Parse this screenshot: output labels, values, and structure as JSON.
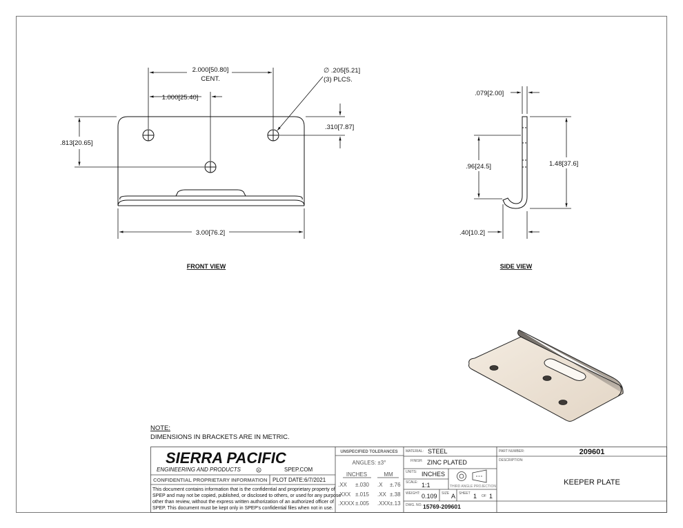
{
  "front_view": {
    "label": "FRONT VIEW",
    "dims": {
      "cent_spacing": "2.000",
      "cent_spacing_mm": "50.80",
      "cent_label": "CENT.",
      "half_spacing": "1.000",
      "half_spacing_mm": "25.40",
      "hole_dia": "∅ .205",
      "hole_dia_mm": "5.21",
      "hole_count": "(3) PLCS.",
      "height_total": ".813",
      "height_total_mm": "20.65",
      "hole_offset": ".310",
      "hole_offset_mm": "7.87",
      "width": "3.00",
      "width_mm": "76.2"
    }
  },
  "side_view": {
    "label": "SIDE VIEW",
    "dims": {
      "thickness": ".079",
      "thickness_mm": "2.00",
      "mid_height": ".96",
      "mid_height_mm": "24.5",
      "total_height": "1.48",
      "total_height_mm": "37.6",
      "hook_width": ".40",
      "hook_width_mm": "10.2"
    }
  },
  "note": {
    "title": "NOTE:",
    "text": "DIMENSIONS IN BRACKETS ARE IN METRIC."
  },
  "title_block": {
    "company_name": "SIERRA PACIFIC",
    "company_sub": "ENGINEERING AND PRODUCTS",
    "website": "SPEP.COM",
    "confidential_title": "CONFIDENTIAL PROPRIETARY INFORMATION",
    "plot_date_label": "PLOT DATE:",
    "plot_date": "6/7/2021",
    "confidential_lines": [
      "This document contains information that is the confidential and proprietary property of",
      "SPEP and may not be copied, published, or disclosed to others, or used for any purpose",
      "other than review, without the express written authorization of an authorized officer of",
      "SPEP. This document must be kept only in SPEP's confidential files when not in use."
    ],
    "tolerances_title": "UNSPECIFIED TOLERANCES",
    "angles": "ANGLES: ±3°",
    "inches_header": "INCHES",
    "mm_header": "MM",
    "tolerance_rows": [
      {
        "in_fmt": ".XX",
        "in_tol": "±.030",
        "mm_fmt": ".X",
        "mm_tol": "±.76"
      },
      {
        "in_fmt": ".XXX",
        "in_tol": "±.015",
        "mm_fmt": ".XX",
        "mm_tol": "±.38"
      },
      {
        "in_fmt": ".XXXX",
        "in_tol": "±.005",
        "mm_fmt": ".XXX",
        "mm_tol": "±.13"
      }
    ],
    "material_label": "MATERIAL:",
    "material": "STEEL",
    "finish_label": "FINISH:",
    "finish": "ZINC PLATED",
    "units_label": "UNITS:",
    "units": "INCHES",
    "scale_label": "SCALE:",
    "scale": "1:1",
    "projection_label": "THIRD ANGLE PROJECTION",
    "weight_label": "WEIGHT:",
    "weight": "0.109",
    "size_label": "SIZE",
    "size": "A",
    "sheet_label": "SHEET",
    "sheet": "1",
    "of_label": "OF",
    "sheet_total": "1",
    "dwg_no_label": "DWG. NO.",
    "dwg_no": "15769-209601",
    "part_number_label": "PART NUMBER:",
    "part_number": "209601",
    "description_label": "DESCRIPTION:",
    "description": "KEEPER PLATE"
  }
}
